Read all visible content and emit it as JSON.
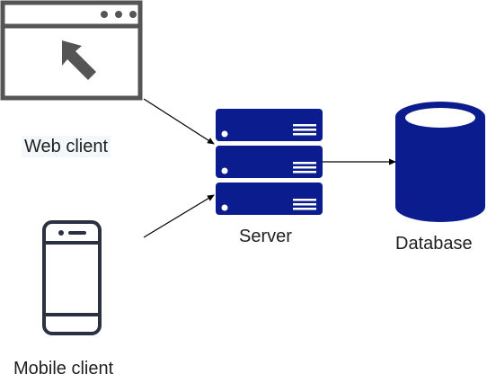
{
  "nodes": {
    "web_client": {
      "label": "Web client",
      "icon": "browser-window-icon"
    },
    "mobile_client": {
      "label": "Mobile client",
      "icon": "smartphone-icon"
    },
    "server": {
      "label": "Server",
      "icon": "server-rack-icon"
    },
    "database": {
      "label": "Database",
      "icon": "database-cylinder-icon"
    }
  },
  "edges": [
    {
      "from": "web_client",
      "to": "server"
    },
    {
      "from": "mobile_client",
      "to": "server"
    },
    {
      "from": "server",
      "to": "database"
    }
  ],
  "colors": {
    "server": "#0b1c8f",
    "database": "#0b1c8f",
    "browser_stroke": "#555555",
    "phone_stroke": "#2a3142",
    "edge": "#000000"
  }
}
